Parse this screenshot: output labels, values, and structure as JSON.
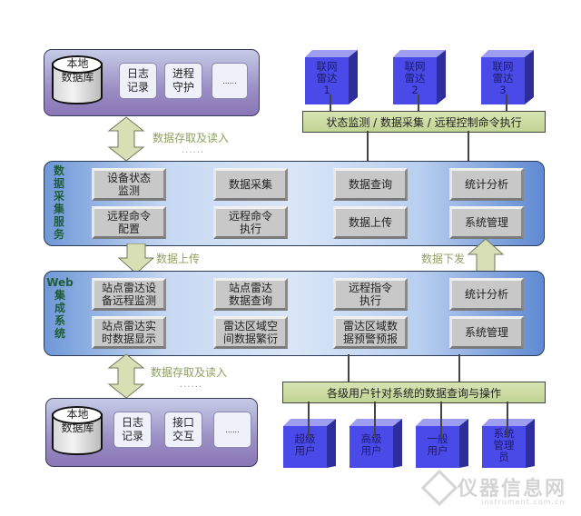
{
  "top_storage": {
    "database_label": "本地\n数据库",
    "boxes": [
      "日志\n记录",
      "进程\n守护",
      "......"
    ]
  },
  "radars": [
    {
      "label": "联网\n雷达\n1"
    },
    {
      "label": "联网\n雷达\n2"
    },
    {
      "label": "联网\n雷达\n3"
    }
  ],
  "radar_bus_label": "状态监测 / 数据采集 / 远程控制命令执行",
  "arrow_top": {
    "label": "数据存取及读入",
    "dots": "......"
  },
  "collection_service": {
    "side_label": "数\n据\n采\n集\n服\n务",
    "buttons": [
      "设备状态\n监测",
      "数据采集",
      "数据查询",
      "统计分析",
      "远程命令\n配置",
      "远程命令\n执行",
      "数据上传",
      "系统管理"
    ]
  },
  "arrow_upload_label": "数据上传",
  "arrow_download_label": "数据下发",
  "web_system": {
    "side_label": "Web\n集\n成\n系\n统",
    "buttons": [
      "站点雷达设\n备远程监测",
      "站点雷达\n数据查询",
      "远程指令\n执行",
      "统计分析",
      "站点雷达实\n时数据显示",
      "雷达区域空\n间数据繁衍",
      "雷达区域数\n据预警预报",
      "系统管理"
    ]
  },
  "arrow_bottom": {
    "label": "数据存取及读入",
    "dots": "......"
  },
  "bottom_storage": {
    "database_label": "本地\n数据库",
    "boxes": [
      "日志\n记录",
      "接口\n交互",
      "......"
    ]
  },
  "user_bus_label": "各级用户针对系统的数据查询与操作",
  "users": [
    {
      "label": "超级\n用户"
    },
    {
      "label": "高级\n用户"
    },
    {
      "label": "一般\n用户"
    },
    {
      "label": "系统\n管理\n员"
    }
  ],
  "watermark": {
    "text": "仪器信息网",
    "sub": "instrument.com.cn"
  },
  "colors": {
    "radar_cube": "#4a4ae8",
    "green_bar": "#c9d9a0",
    "side_label": "#1f5c38",
    "arrow": "#d9dfb4"
  }
}
